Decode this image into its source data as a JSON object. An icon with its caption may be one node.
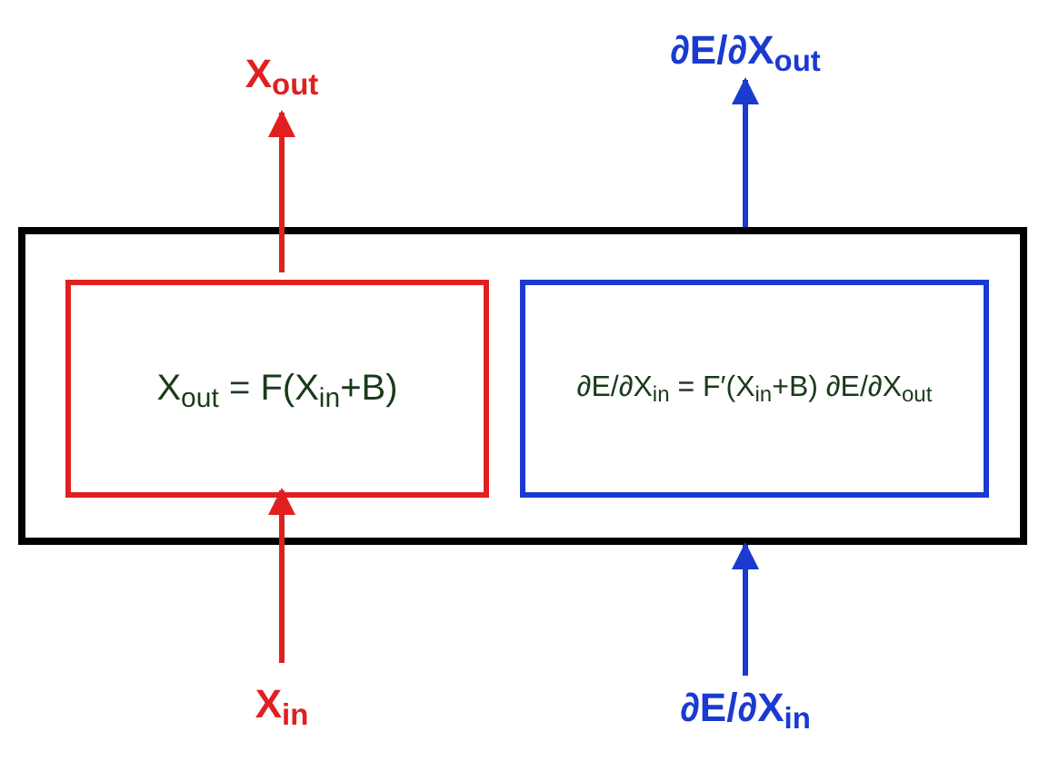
{
  "diagram": {
    "nodes": [
      {
        "text": [],
        "shape": "box"
      },
      {
        "text": [
          "X$_{out}$ = F(X$_{in}$+B)"
        ],
        "in": 0
      },
      {
        "text": [
          "∂E/∂X$_{in}$ = F′(X$_{in}$+B) ∂E/∂X$_{out}$"
        ],
        "in": 0
      },
      {
        "text": [
          "X$_{out}$"
        ]
      },
      {
        "text": [
          "X$_{in}$"
        ]
      },
      {
        "text": [
          "∂E/∂X$_{out}$"
        ]
      },
      {
        "text": [
          "∂E/∂X$_{in}$"
        ]
      }
    ],
    "edges": [
      {
        "from": 4,
        "to": 1,
        "arrow": "to",
        "color": "#e02020"
      },
      {
        "from": 1,
        "to": 3,
        "arrow": "to",
        "color": "#e02020"
      },
      {
        "from": 6,
        "to": 0,
        "arrow": "to",
        "color": "#1a3ad0"
      },
      {
        "from": 0,
        "to": 5,
        "arrow": "to",
        "color": "#1a3ad0"
      }
    ]
  }
}
